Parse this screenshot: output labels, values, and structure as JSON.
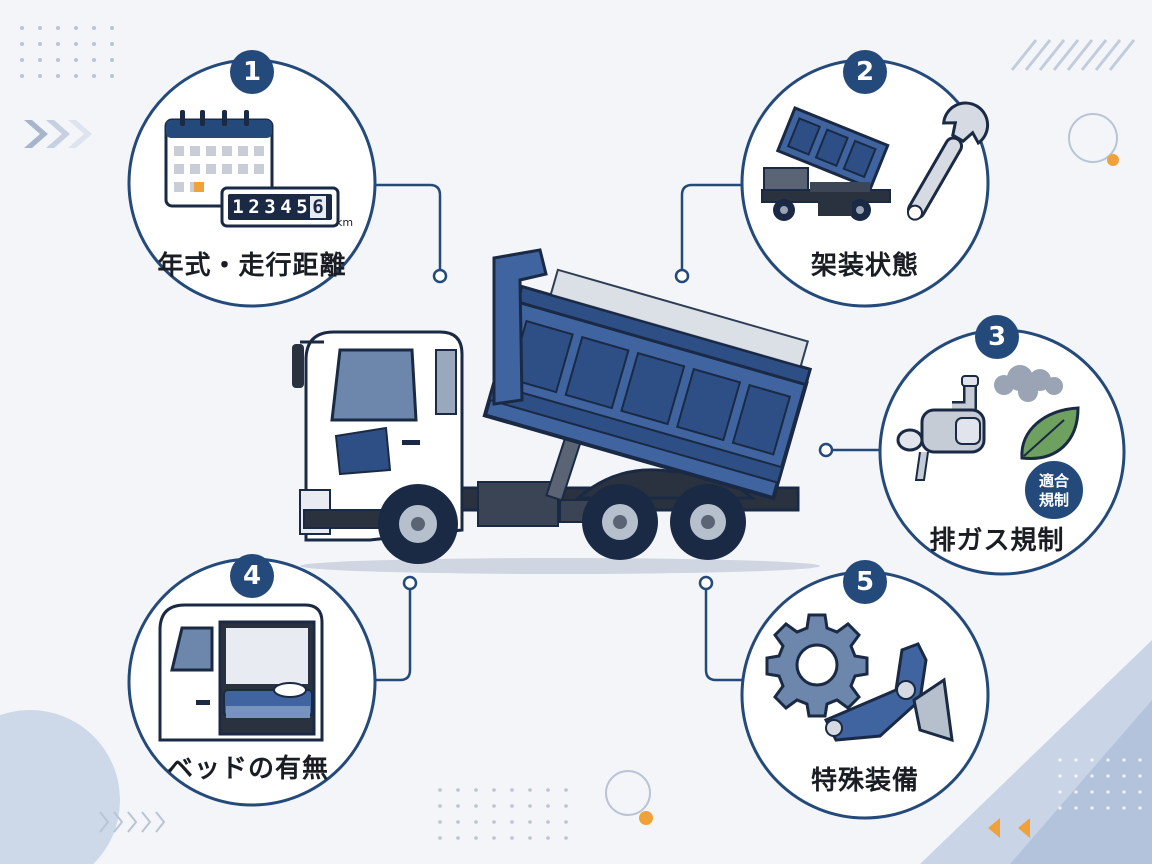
{
  "features": [
    {
      "number": "1",
      "label": "年式・走行距離",
      "icon": "calendar-odometer-icon"
    },
    {
      "number": "2",
      "label": "架装状態",
      "icon": "dump-body-wrench-icon"
    },
    {
      "number": "3",
      "label": "排ガス規制",
      "icon": "exhaust-leaf-icon"
    },
    {
      "number": "4",
      "label": "ベッドの有無",
      "icon": "cab-bed-icon"
    },
    {
      "number": "5",
      "label": "特殊装備",
      "icon": "gear-attachment-icon"
    }
  ],
  "odometer": {
    "digits": [
      "1",
      "2",
      "3",
      "4",
      "5",
      "6"
    ],
    "unit": "km"
  },
  "compliance_badge": {
    "line1": "適合",
    "line2": "規制"
  },
  "colors": {
    "accent": "#234a7a",
    "truck_body": "#3f64a0",
    "orange": "#f0a23a",
    "background": "#f3f5f9"
  }
}
